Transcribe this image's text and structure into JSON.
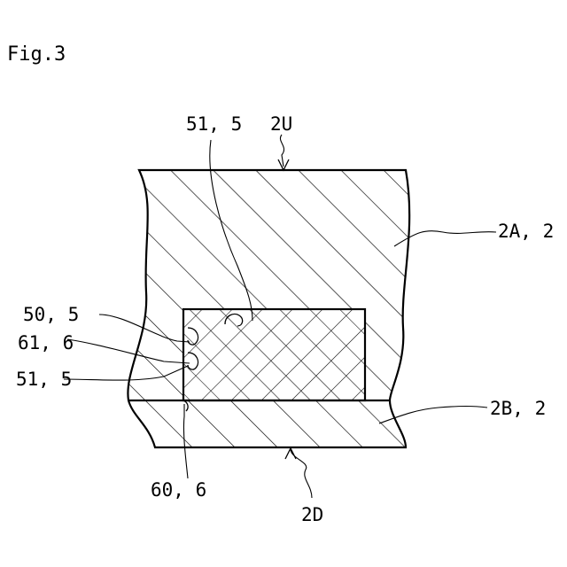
{
  "figure": {
    "title": "Fig.3",
    "labels": {
      "top_surface": "2U",
      "bottom_surface": "2D",
      "upper_layer": "2A, 2",
      "lower_layer": "2B, 2",
      "inner_top": "51, 5",
      "left_upper": "50, 5",
      "left_middle": "61, 6",
      "left_lower": "51, 5",
      "bottom_corner": "60, 6"
    }
  }
}
